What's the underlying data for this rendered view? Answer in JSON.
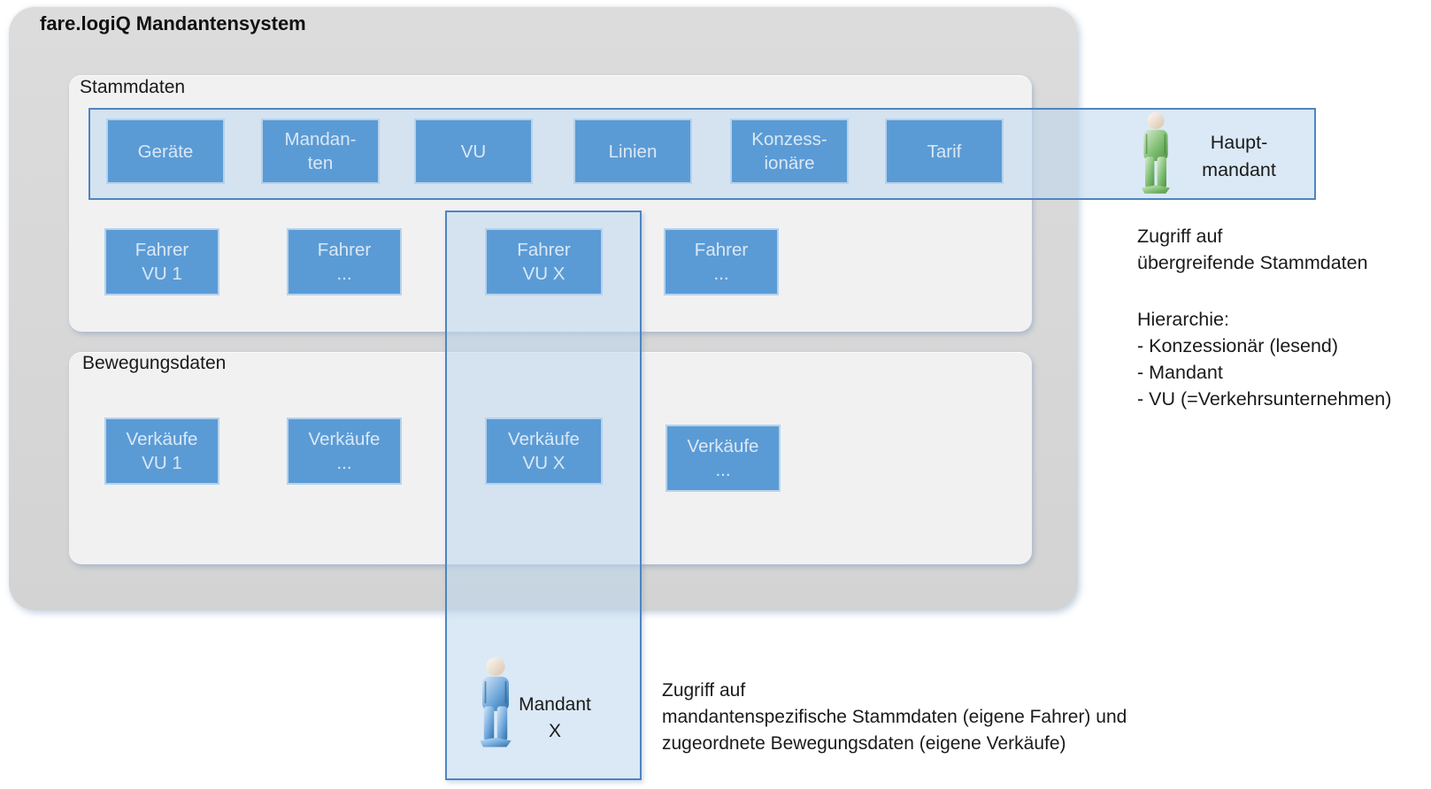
{
  "title": "fare.logiQ Mandantensystem",
  "sections": {
    "stammdaten": {
      "label": "Stammdaten"
    },
    "bewegungsdaten": {
      "label": "Bewegungsdaten"
    }
  },
  "master_data_boxes": [
    "Geräte",
    "Mandan-\nten",
    "VU",
    "Linien",
    "Konzess-\nionäre",
    "Tarif"
  ],
  "fahrer_boxes": [
    "Fahrer\nVU 1",
    "Fahrer\n...",
    "Fahrer\nVU X",
    "Fahrer\n..."
  ],
  "verkaeufe_boxes": [
    "Verkäufe\nVU 1",
    "Verkäufe\n...",
    "Verkäufe\nVU X",
    "Verkäufe\n..."
  ],
  "hauptmandant": {
    "label": "Haupt-\nmandant",
    "icon": "person-icon-green"
  },
  "mandant_x": {
    "label": "Mandant\nX",
    "icon": "person-icon-blue"
  },
  "annotations": {
    "hauptmandant_access": "Zugriff auf\nübergreifende Stammdaten",
    "hierarchy": "Hierarchie:\n- Konzessionär (lesend)\n- Mandant\n- VU (=Verkehrsunternehmen)",
    "mandant_access": "Zugriff auf\nmandantenspezifische Stammdaten (eigene Fahrer) und\nzugeordnete Bewegungsdaten (eigene Verkäufe)"
  },
  "colors": {
    "box_blue": "#5B9BD5",
    "box_text": "#D9E8F6",
    "band_fill": "rgba(189,215,238,0.55)",
    "band_border": "#4E85C0",
    "container_gray": "#D8D8D8",
    "panel_gray": "#F1F1F2",
    "person_green": "#7FBF72",
    "person_blue": "#5B9BD5"
  }
}
